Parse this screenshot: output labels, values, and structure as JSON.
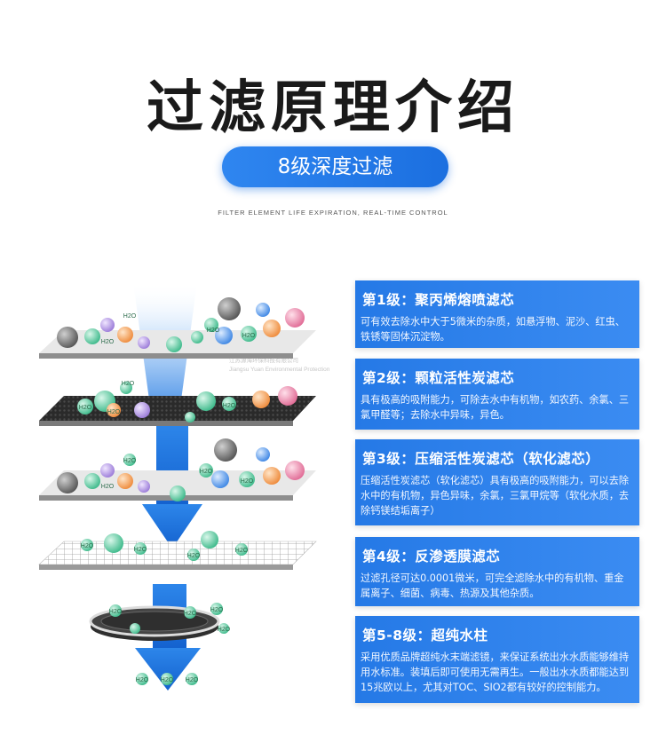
{
  "header": {
    "title": "过滤原理介绍",
    "pill_label": "8级深度过滤",
    "subtitle": "FILTER ELEMENT LIFE EXPIRATION, REAL-TIME CONTROL"
  },
  "watermark": {
    "line1": "江苏源海环保科技有限公司",
    "line2": "Jiangsu Yuan Environmental Protection"
  },
  "diagram": {
    "molecule_label": "H2O"
  },
  "stages": [
    {
      "title": "第1级：聚丙烯熔喷滤芯",
      "desc": "可有效去除水中大于5微米的杂质，如悬浮物、泥沙、红虫、铁锈等固体沉淀物。"
    },
    {
      "title": "第2级：颗粒活性炭滤芯",
      "desc": "具有极高的吸附能力，可除去水中有机物，如农药、余氯、三氯甲醛等；去除水中异味，异色。"
    },
    {
      "title": "第3级：压缩活性炭滤芯（软化滤芯）",
      "desc": "压缩活性炭滤芯（软化滤芯）具有极高的吸附能力，可以去除水中的有机物，异色异味，余氯，三氯甲烷等（软化水质，去除钙镁结垢离子）"
    },
    {
      "title": "第4级：反渗透膜滤芯",
      "desc": "过滤孔径可达0.0001微米，可完全滤除水中的有机物、重金属离子、细菌、病毒、热源及其他杂质。"
    },
    {
      "title": "第5-8级：超纯水柱",
      "desc": "采用优质品牌超纯水末端滤镜，来保证系统出水水质能够维持用水标准。装填后即可使用无需再生。一般出水水质都能达到15兆欧以上，尤其对TOC、SIO2都有较好的控制能力。"
    }
  ],
  "colors": {
    "accent": "#2579e6",
    "arrow": "#1769d6",
    "card_text": "#ffffff"
  }
}
